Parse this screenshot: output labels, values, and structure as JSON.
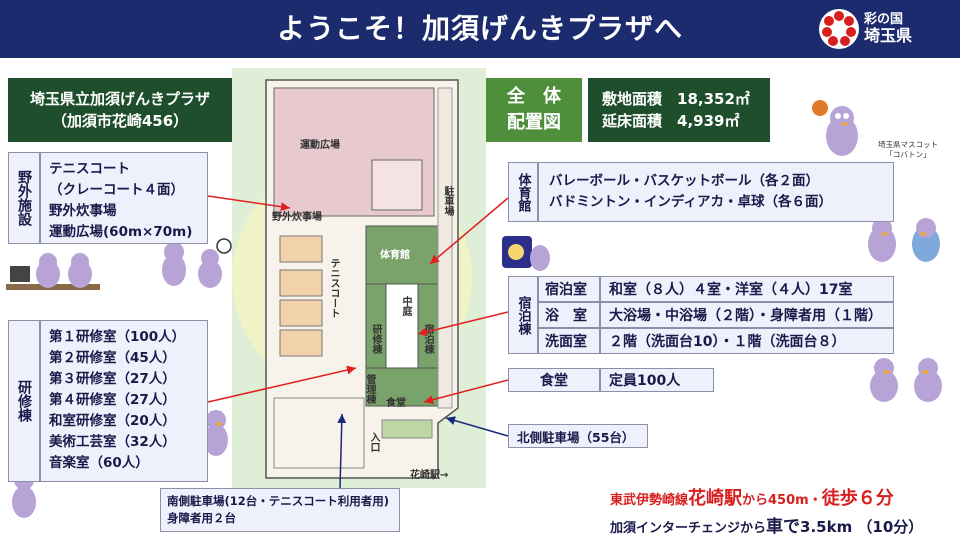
{
  "header": {
    "title": "ようこそ！加須げんきプラザへ",
    "logo_line1": "彩の国",
    "logo_line2": "埼玉県"
  },
  "facility": {
    "name": "埼玉県立加須げんきプラザ",
    "address": "（加須市花崎456）"
  },
  "layout_title": {
    "line1": "全　体",
    "line2": "配置図"
  },
  "area": {
    "site_label": "敷地面積",
    "site_value": "18,352㎡",
    "floor_label": "延床面積",
    "floor_value": "4,939㎡"
  },
  "mascot": {
    "caption_line1": "埼玉県マスコット",
    "caption_line2": "「コバトン」"
  },
  "outdoor": {
    "heading": "野外施設",
    "items": [
      "テニスコート",
      "（クレーコート４面）",
      "野外炊事場",
      "運動広場(60m×70m)"
    ]
  },
  "training": {
    "heading": "研修棟",
    "items": [
      "第１研修室（100人）",
      "第２研修室（45人）",
      "第３研修室（27人）",
      "第４研修室（27人）",
      "和室研修室（20人）",
      "美術工芸室（32人）",
      "音楽室（60人）"
    ]
  },
  "gym": {
    "heading": "体育館",
    "items": [
      "バレーボール・バスケットボール（各２面）",
      "バドミントン・インディアカ・卓球（各６面）"
    ]
  },
  "lodging": {
    "heading": "宿泊棟",
    "rows": [
      {
        "label": "宿泊室",
        "value": "和室（８人）４室・洋室（４人）17室"
      },
      {
        "label": "浴　室",
        "value": "大浴場・中浴場（２階）・身障者用（１階）"
      },
      {
        "label": "洗面室",
        "value": "２階（洗面台10）・１階（洗面台８）"
      }
    ]
  },
  "cafeteria": {
    "label": "食堂",
    "value": "定員100人"
  },
  "north_parking": {
    "text": "北側駐車場（55台）"
  },
  "south_parking": {
    "line1": "南側駐車場(12台・テニスコート利用者用)",
    "line2": "身障者用２台"
  },
  "access": {
    "line1_prefix": "東武伊勢崎線",
    "line1_station": "花崎駅",
    "line1_mid": "から450m・",
    "line1_walk": "徒歩６分",
    "line2_prefix": "加須インターチェンジから",
    "line2_car": "車で",
    "line2_time": "3.5km （10分）"
  },
  "map": {
    "sports_ground": "運動広場",
    "outdoor_kitchen": "野外炊事場",
    "tennis_court": "テニスコート",
    "gymnasium": "体育館",
    "courtyard": "中庭",
    "training_bldg": "研修棟",
    "lodging_bldg": "宿泊棟",
    "admin_bldg": "管理棟",
    "cafeteria": "食堂",
    "entrance": "入口",
    "parking": "駐車場",
    "station": "花崎駅→"
  },
  "colors": {
    "header": "#1c2a6e",
    "dark_green": "#1e4e2b",
    "mid_green": "#4f8f3b",
    "panel": "#eef0fb",
    "accent_red": "#d71f1f"
  }
}
